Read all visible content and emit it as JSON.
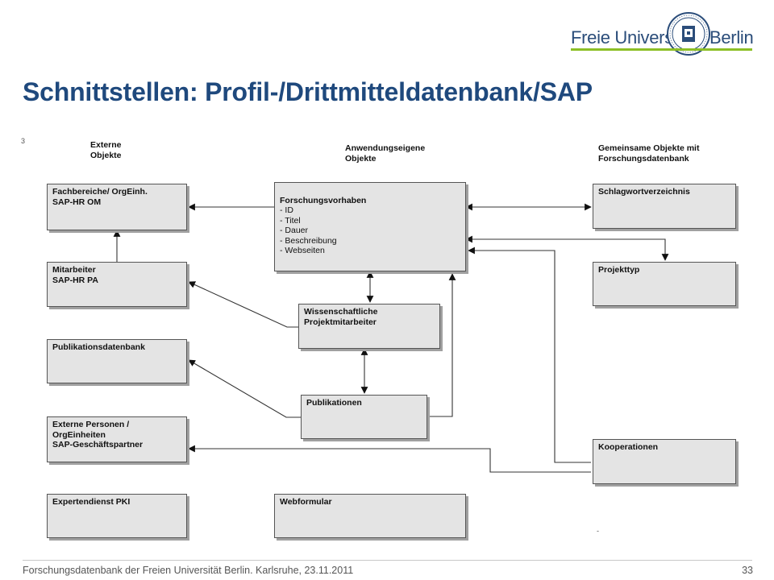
{
  "header": {
    "title": "Schnittstellen: Profil-/Drittmitteldatenbank/SAP",
    "logo_text_left": "Freie Universität",
    "logo_text_right": "Berlin"
  },
  "diagram": {
    "headers": {
      "externe": "Externe\nObjekte",
      "anwendung": "Anwendungseigene\nObjekte",
      "gemeinsam": "Gemeinsame Objekte mit\nForschungsdatenbank"
    },
    "boxes": {
      "fachbereiche": "Fachbereiche/ OrgEinh.\nSAP-HR OM",
      "mitarbeiter": "Mitarbeiter\nSAP-HR PA",
      "publikationsdb": "Publikationsdatenbank",
      "externe_personen": "Externe Personen /\nOrgEinheiten\nSAP-Geschäftspartner",
      "expertendienst": "Expertendienst PKI",
      "forschung_title": "Forschungsvorhaben",
      "forschung_items": "- ID\n- Titel\n- Dauer\n- Beschreibung\n- Webseiten",
      "wissenschaftliche": "Wissenschaftliche\nProjektmitarbeiter",
      "publikationen": "Publikationen",
      "webformular": "Webformular",
      "schlagwort": "Schlagwortverzeichnis",
      "projekttyp": "Projekttyp",
      "kooperationen": "Kooperationen"
    },
    "stray_marks": {
      "left": "3",
      "bottom": "-"
    }
  },
  "footer": {
    "text": "Forschungsdatenbank der Freien Universität Berlin. Karlsruhe, 23.11.2011",
    "page": "33"
  }
}
